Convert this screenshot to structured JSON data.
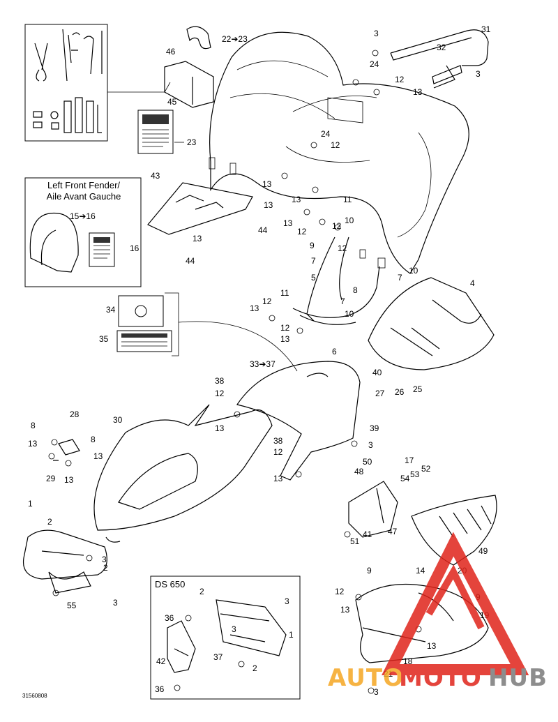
{
  "callouts": {
    "c1": "1",
    "c2": "2",
    "c3": "3",
    "c4": "4",
    "c5": "5",
    "c6": "6",
    "c7": "7",
    "c8": "8",
    "c9": "9",
    "c10": "10",
    "c11": "11",
    "c12": "12",
    "c13": "13",
    "c15_16": "15➔16",
    "c16": "16",
    "c17": "17",
    "c14": "14",
    "c18": "18",
    "c19": "19",
    "c20": "20",
    "c21": "21",
    "c22_23": "22➔23",
    "c23": "23",
    "c24": "24",
    "c25": "25",
    "c26": "26",
    "c27": "27",
    "c28": "28",
    "c29": "29",
    "c30": "30",
    "c31": "31",
    "c32": "32",
    "c33_37": "33➔37",
    "c34": "34",
    "c35": "35",
    "c36": "36",
    "c37": "37",
    "c38": "38",
    "c39": "39",
    "c40": "40",
    "c41": "41",
    "c42": "42",
    "c43": "43",
    "c44": "44",
    "c45": "45",
    "c46": "46",
    "c47": "47",
    "c48": "48",
    "c49": "49",
    "c50": "50",
    "c51": "51",
    "c52": "52",
    "c53": "53",
    "c54": "54",
    "c55": "55"
  },
  "left_fender_box": {
    "title_line1": "Left Front Fender/",
    "title_line2": "Aile Avant Gauche"
  },
  "ds650_box": {
    "title": "DS 650"
  },
  "doc_code": "31560808",
  "watermark": {
    "part1": "AUTO",
    "part2": "MOTO",
    "part3": "HUB",
    "color_orange": "#f5a623",
    "color_red": "#e0241b",
    "color_gray": "#7a7a7a"
  }
}
